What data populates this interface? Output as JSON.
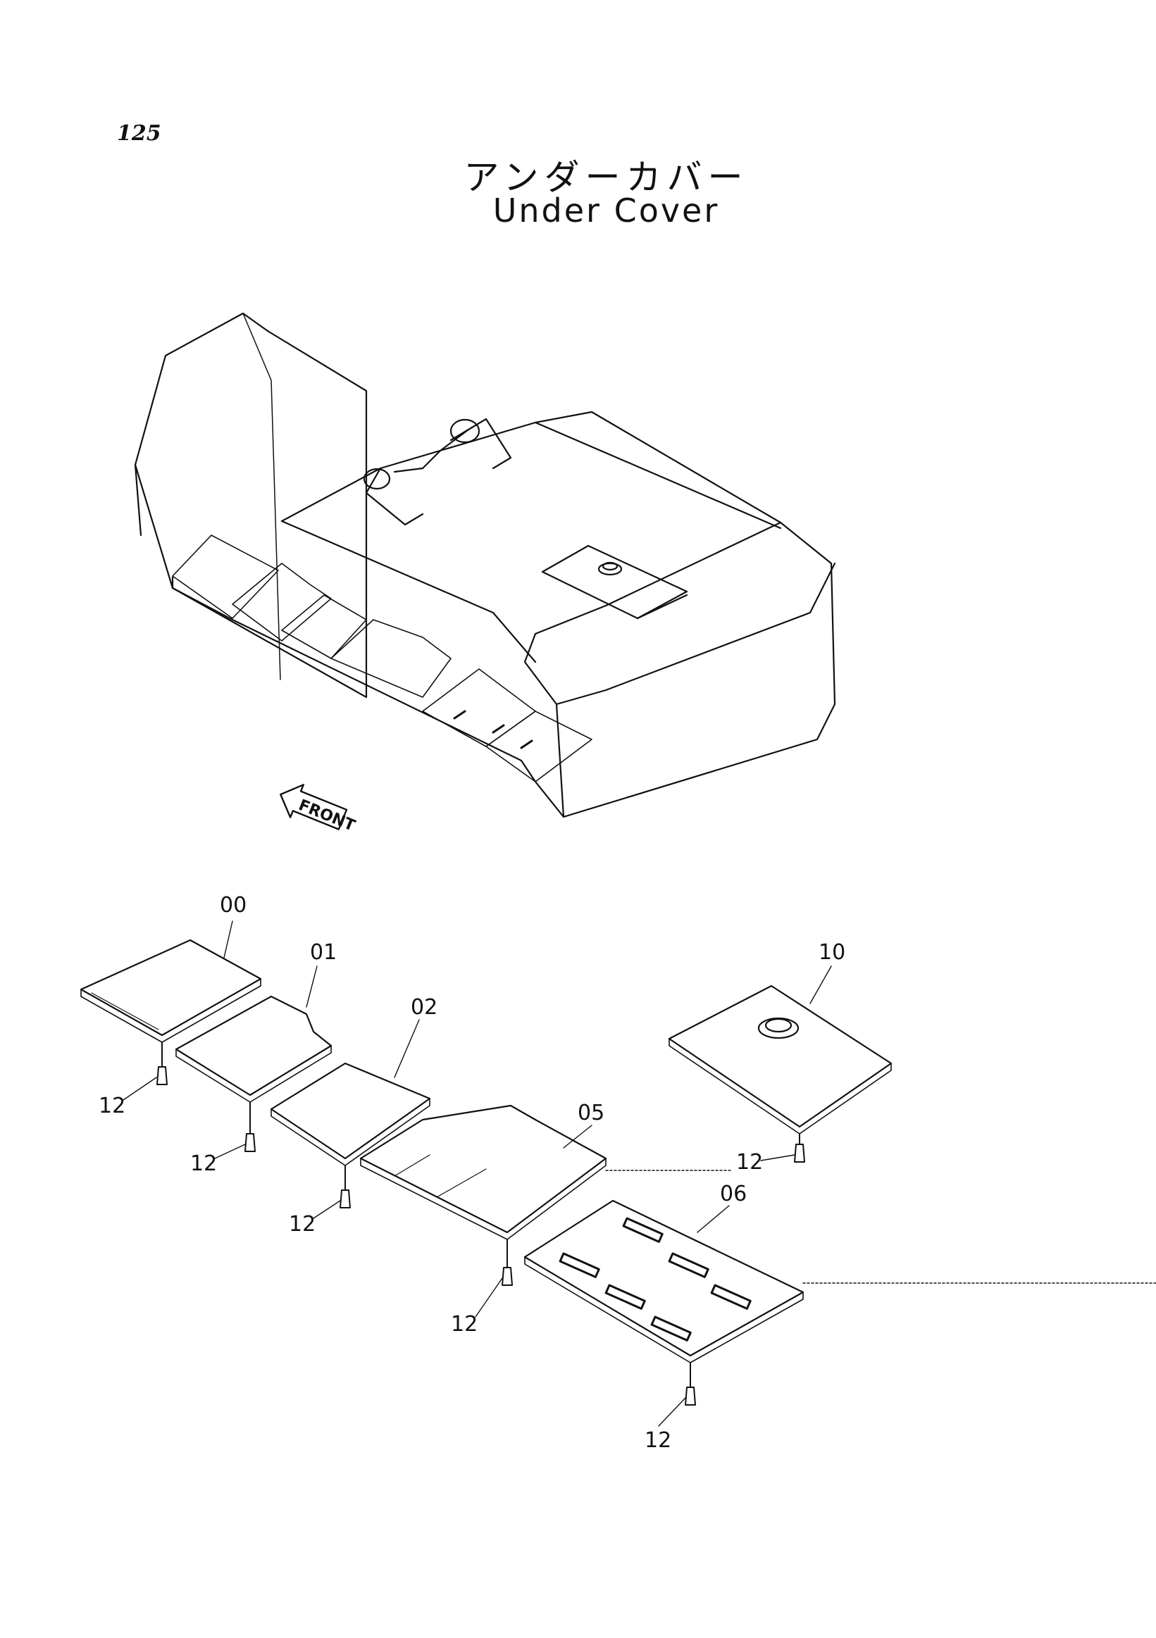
{
  "page": {
    "number": "125"
  },
  "title": {
    "japanese": "アンダーカバー",
    "english": "Under Cover"
  },
  "front_marker": "FRONT",
  "callouts": {
    "p00": "00",
    "p01": "01",
    "p02": "02",
    "p05": "05",
    "p06": "06",
    "p10": "10",
    "p12": "12"
  }
}
